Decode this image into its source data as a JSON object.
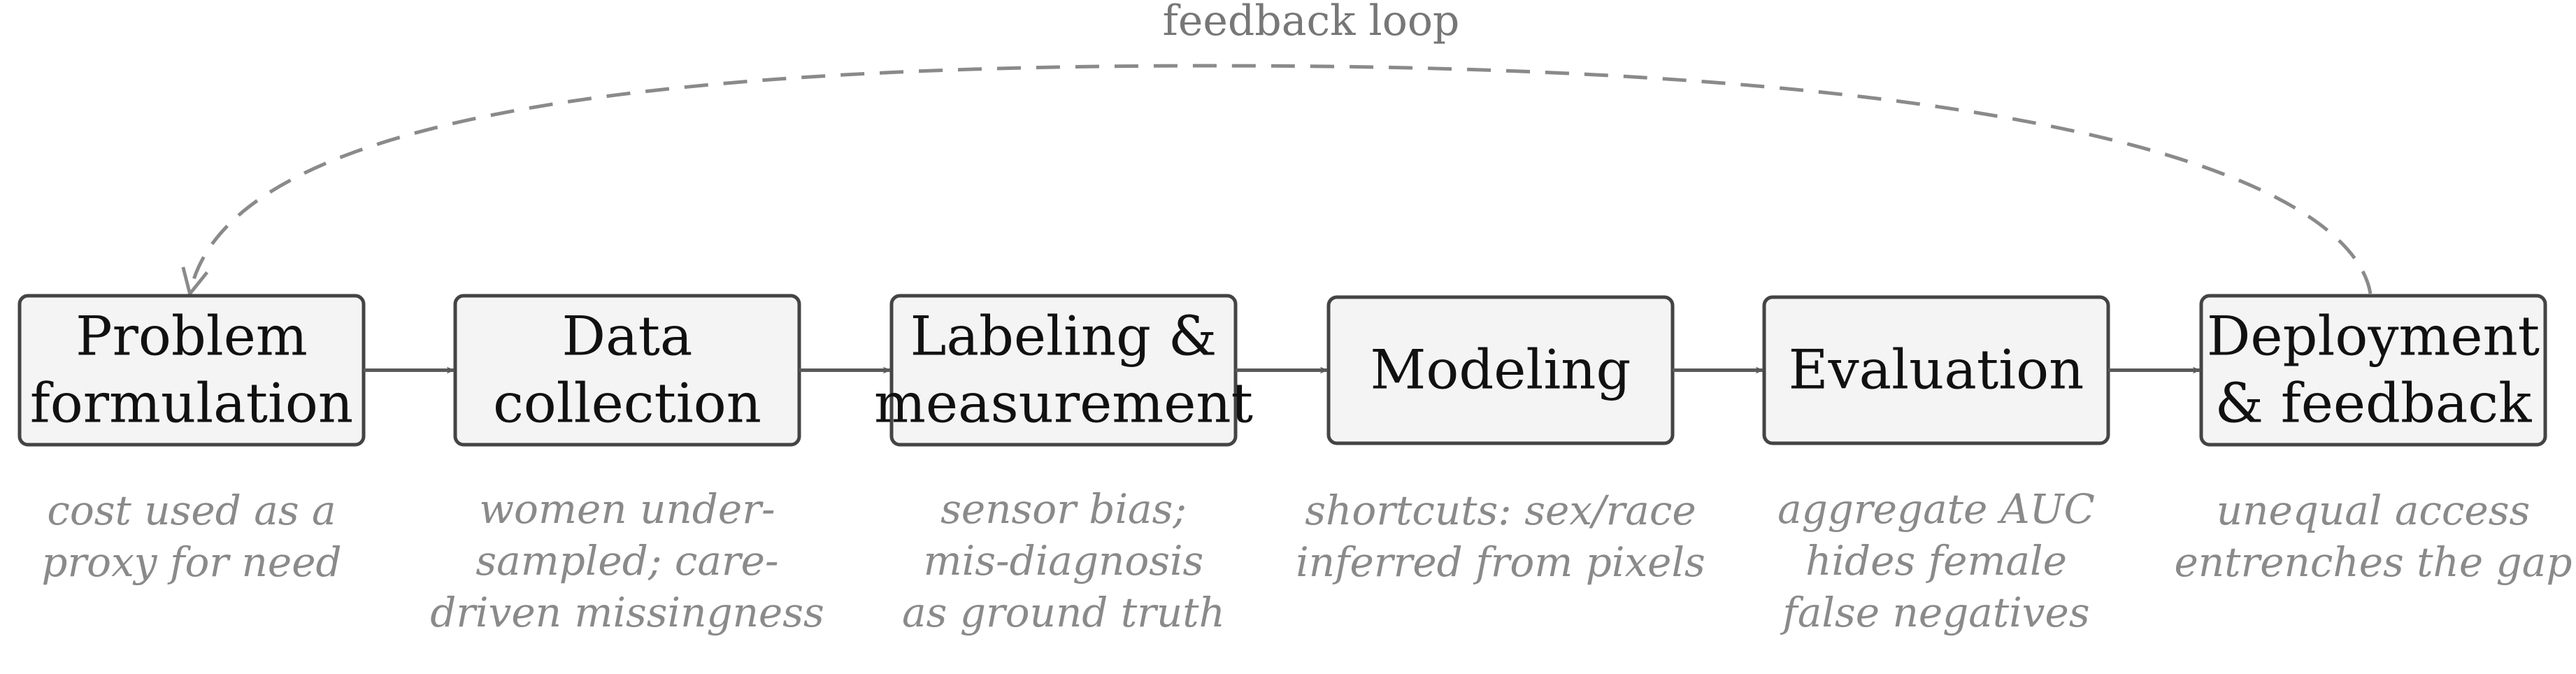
{
  "diagram": {
    "loop_label": "feedback loop",
    "stages": [
      {
        "id": "problem",
        "lines": [
          "Problem",
          "formulation"
        ],
        "note": [
          "cost used as a",
          "proxy for need"
        ]
      },
      {
        "id": "data",
        "lines": [
          "Data",
          "collection"
        ],
        "note": [
          "women under-",
          "sampled; care-",
          "driven missingness"
        ]
      },
      {
        "id": "labeling",
        "lines": [
          "Labeling &",
          "measurement"
        ],
        "note": [
          "sensor bias;",
          "mis-diagnosis",
          "as ground truth"
        ]
      },
      {
        "id": "modeling",
        "lines": [
          "Modeling"
        ],
        "note": [
          "shortcuts:  sex/race",
          "inferred from pixels"
        ]
      },
      {
        "id": "evaluation",
        "lines": [
          "Evaluation"
        ],
        "note": [
          "aggregate AUC",
          "hides female",
          "false negatives"
        ]
      },
      {
        "id": "deployment",
        "lines": [
          "Deployment",
          "& feedback"
        ],
        "note": [
          "unequal access",
          "entrenches the gap"
        ]
      }
    ]
  }
}
